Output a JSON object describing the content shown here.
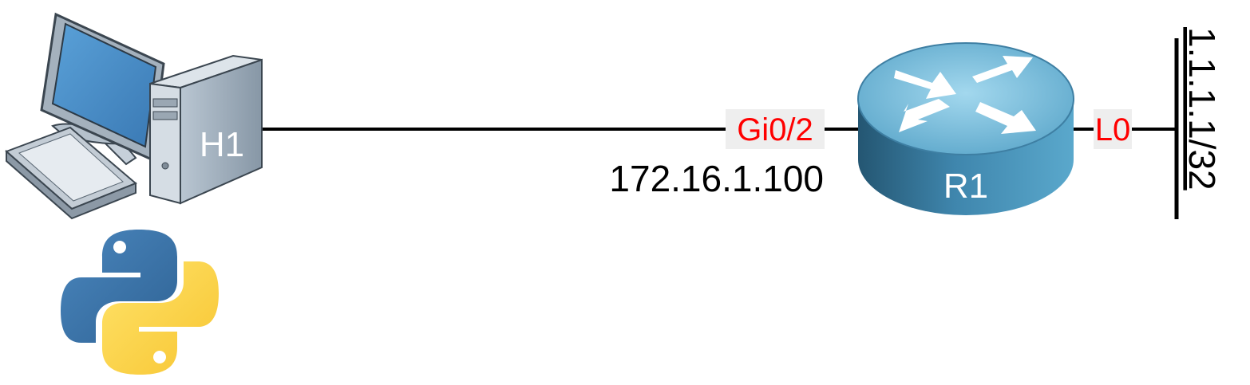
{
  "diagram": {
    "hosts": [
      {
        "id": "h1",
        "label": "H1",
        "icon": "desktop-computer-icon"
      }
    ],
    "routers": [
      {
        "id": "r1",
        "label": "R1",
        "icon": "router-icon"
      }
    ],
    "links": [
      {
        "from": "h1",
        "to": "r1",
        "to_interface": "Gi0/2",
        "ip_address": "172.16.1.100"
      },
      {
        "from": "r1",
        "to": "loopback-network",
        "from_interface": "L0"
      }
    ],
    "networks": [
      {
        "id": "loopback-network",
        "label": "1.1.1.1/32"
      }
    ],
    "logos": [
      {
        "name": "python-logo-icon"
      }
    ],
    "colors": {
      "interface_label": "#ff0000",
      "interface_label_bg": "#eeeeee",
      "router_body": "#4a8fb3",
      "router_top": "#7ec3e0",
      "python_blue": "#3a6f9e",
      "python_yellow": "#f9d34a"
    }
  }
}
